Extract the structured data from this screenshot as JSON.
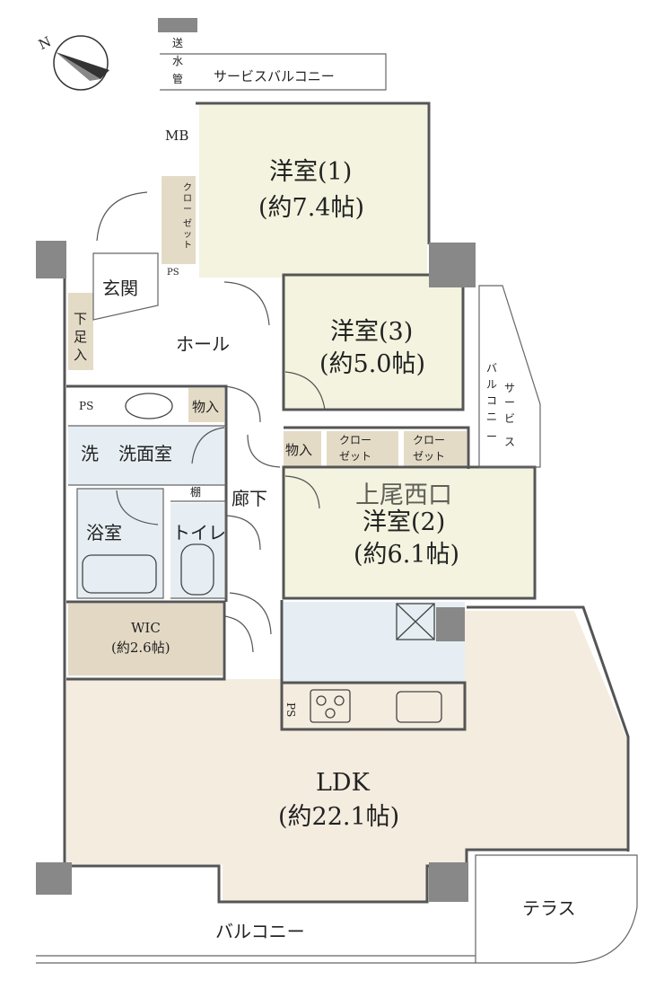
{
  "rooms": {
    "western1": {
      "name": "洋室(1)",
      "size": "(約7.4帖)"
    },
    "western3": {
      "name": "洋室(3)",
      "size": "(約5.0帖)"
    },
    "western2": {
      "name": "洋室(2)",
      "size": "(約6.1帖)"
    },
    "ldk": {
      "name": "LDK",
      "size": "(約22.1帖)"
    },
    "wic": {
      "name": "WIC",
      "size": "(約2.6帖)"
    }
  },
  "labels": {
    "water_pipe": [
      "送",
      "水",
      "管"
    ],
    "service_balcony_top": "サービスバルコニー",
    "mb": "MB",
    "closet_v": [
      "ク",
      "ロ",
      "ー",
      "ゼ",
      "ッ",
      "ト"
    ],
    "ps": "PS",
    "genkan": "玄関",
    "shoe_storage": [
      "下",
      "足",
      "入"
    ],
    "hall": "ホール",
    "storage": "物入",
    "washroom": "洗面室",
    "washer": "洗",
    "shelf": "棚",
    "bath": "浴室",
    "toilet": "トイレ",
    "corridor": "廊下",
    "closet_line1": "クロー",
    "closet_line2": "ゼット",
    "service_balcony_right_1": [
      "サ",
      "ー",
      "ビ",
      "ス"
    ],
    "service_balcony_right_2": [
      "バ",
      "ル",
      "コ",
      "ニ",
      "ー"
    ],
    "balcony": "バルコニー",
    "terrace": "テラス",
    "north": "N",
    "watermark": "上尾西口"
  },
  "colors": {
    "western_floor": "#f3f3df",
    "ldk_floor": "#f4ecdf",
    "wet_floor": "#e6eef3",
    "storage_floor": "#e4dbc6",
    "wic_floor": "#e2d8c4",
    "wall": "#555555"
  }
}
